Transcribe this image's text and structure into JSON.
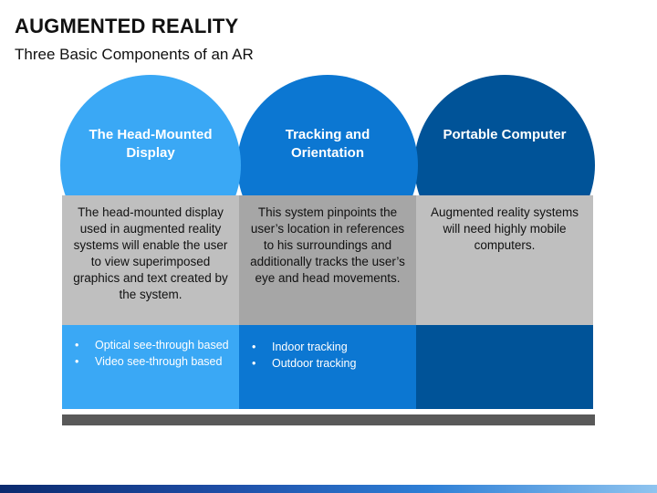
{
  "header": {
    "title": "AUGMENTED REALITY",
    "subtitle": "Three Basic Components of an AR"
  },
  "colors": {
    "circle_1": "#3aa8f5",
    "circle_2": "#0c77d2",
    "circle_3": "#005398",
    "desc_1": "#bfbfbf",
    "desc_2": "#a6a6a6",
    "desc_3": "#bfbfbf",
    "bullets_1": "#3aa8f5",
    "bullets_2": "#0c77d2",
    "bullets_3": "#005398",
    "base_bar": "#595959"
  },
  "components": [
    {
      "title": "The Head-Mounted Display",
      "description": "The head-mounted display used in augmented reality systems will enable the user to view superimposed graphics and text created by the system.",
      "bullets": [
        "Optical see-through based",
        "Video see-through based"
      ]
    },
    {
      "title": "Tracking and Orientation",
      "description": "This system pinpoints the user’s location in references to his surroundings and additionally tracks the user’s eye and head movements.",
      "bullets": [
        "Indoor tracking",
        "Outdoor tracking"
      ]
    },
    {
      "title": "Portable Computer",
      "description": "Augmented reality systems will need highly mobile computers.",
      "bullets": []
    }
  ]
}
